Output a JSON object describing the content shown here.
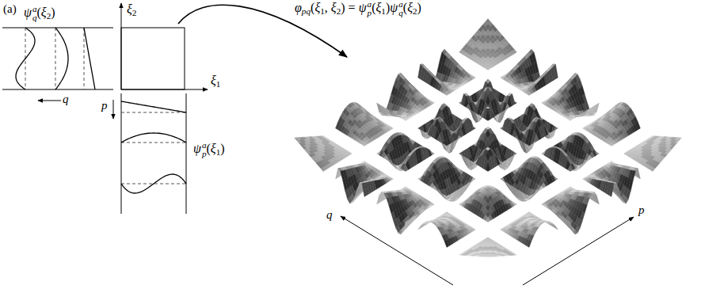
{
  "diagram": {
    "labels": [
      "(a)",
      "φpq(ξ1, ξ2) = ψpa(ξ1)ψqa(ξ2)",
      "ψqa(ξ2)",
      "ξ2",
      "ξ1",
      "q",
      "p",
      "ψpa(ξ1)",
      "q",
      "p"
    ]
  }
}
